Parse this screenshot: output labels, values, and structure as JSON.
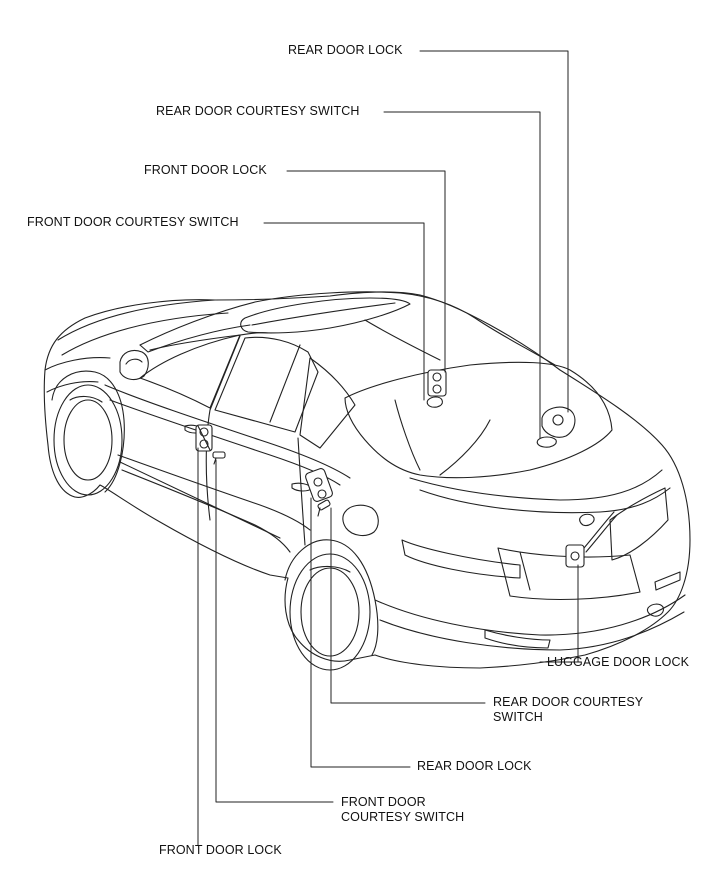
{
  "labels": {
    "rear_door_lock_top": "REAR DOOR LOCK",
    "rear_door_courtesy_switch_top": "REAR DOOR COURTESY SWITCH",
    "front_door_lock_top": "FRONT DOOR LOCK",
    "front_door_courtesy_switch_top": "FRONT DOOR COURTESY SWITCH",
    "luggage_door_lock": "LUGGAGE DOOR LOCK",
    "rear_door_courtesy_switch_bottom": [
      "REAR DOOR COURTESY",
      "SWITCH"
    ],
    "rear_door_lock_bottom": "REAR DOOR LOCK",
    "front_door_courtesy_switch_bottom": [
      "FRONT DOOR",
      "COURTESY SWITCH"
    ],
    "front_door_lock_bottom": "FRONT DOOR LOCK"
  },
  "colors": {
    "line": "#222222",
    "text": "#111111",
    "background": "#ffffff"
  }
}
